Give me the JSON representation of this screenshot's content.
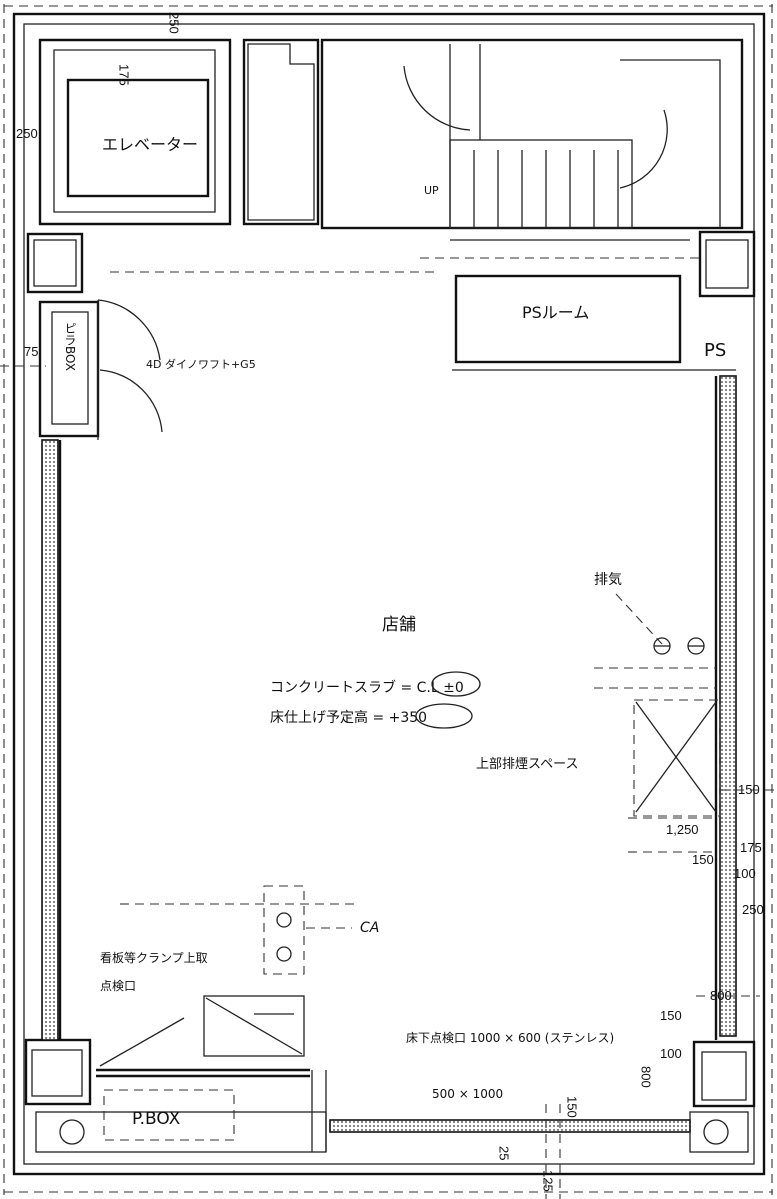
{
  "labels": {
    "elevator": "エレベーター",
    "pipe_box": "ピラBOX",
    "ps_room": "PSルーム",
    "ps": "PS",
    "up": "UP",
    "shop_area": "店舗",
    "slab_level": "コンクリートスラブ = C.L ±0",
    "ceiling_height": "床仕上げ予定高 = +350",
    "exhaust": "排気",
    "duct_space": "上部排煙スペース",
    "duct_dim": "1,250",
    "ca": "CA",
    "sign_note": "看板等クランプ上取",
    "sign_note_2": "点検口",
    "floor_opening": "床下点検口 1000 × 600 (ステンレス)",
    "opening_2": "500 × 1000",
    "pbox": "P.BOX",
    "door_note": "4D ダイノワフト+G5"
  },
  "dimensions": {
    "d175": "175",
    "d250_top": "250",
    "d250_left": "250",
    "d75": "75",
    "d150_a": "150",
    "d175_b": "175",
    "d100": "100",
    "d250_right": "250",
    "d800_a": "800",
    "d150_b": "150",
    "d800_b": "800",
    "d150_c": "150",
    "d25": "25",
    "d125": "125",
    "d150_d": "150",
    "d100_b": "100"
  }
}
